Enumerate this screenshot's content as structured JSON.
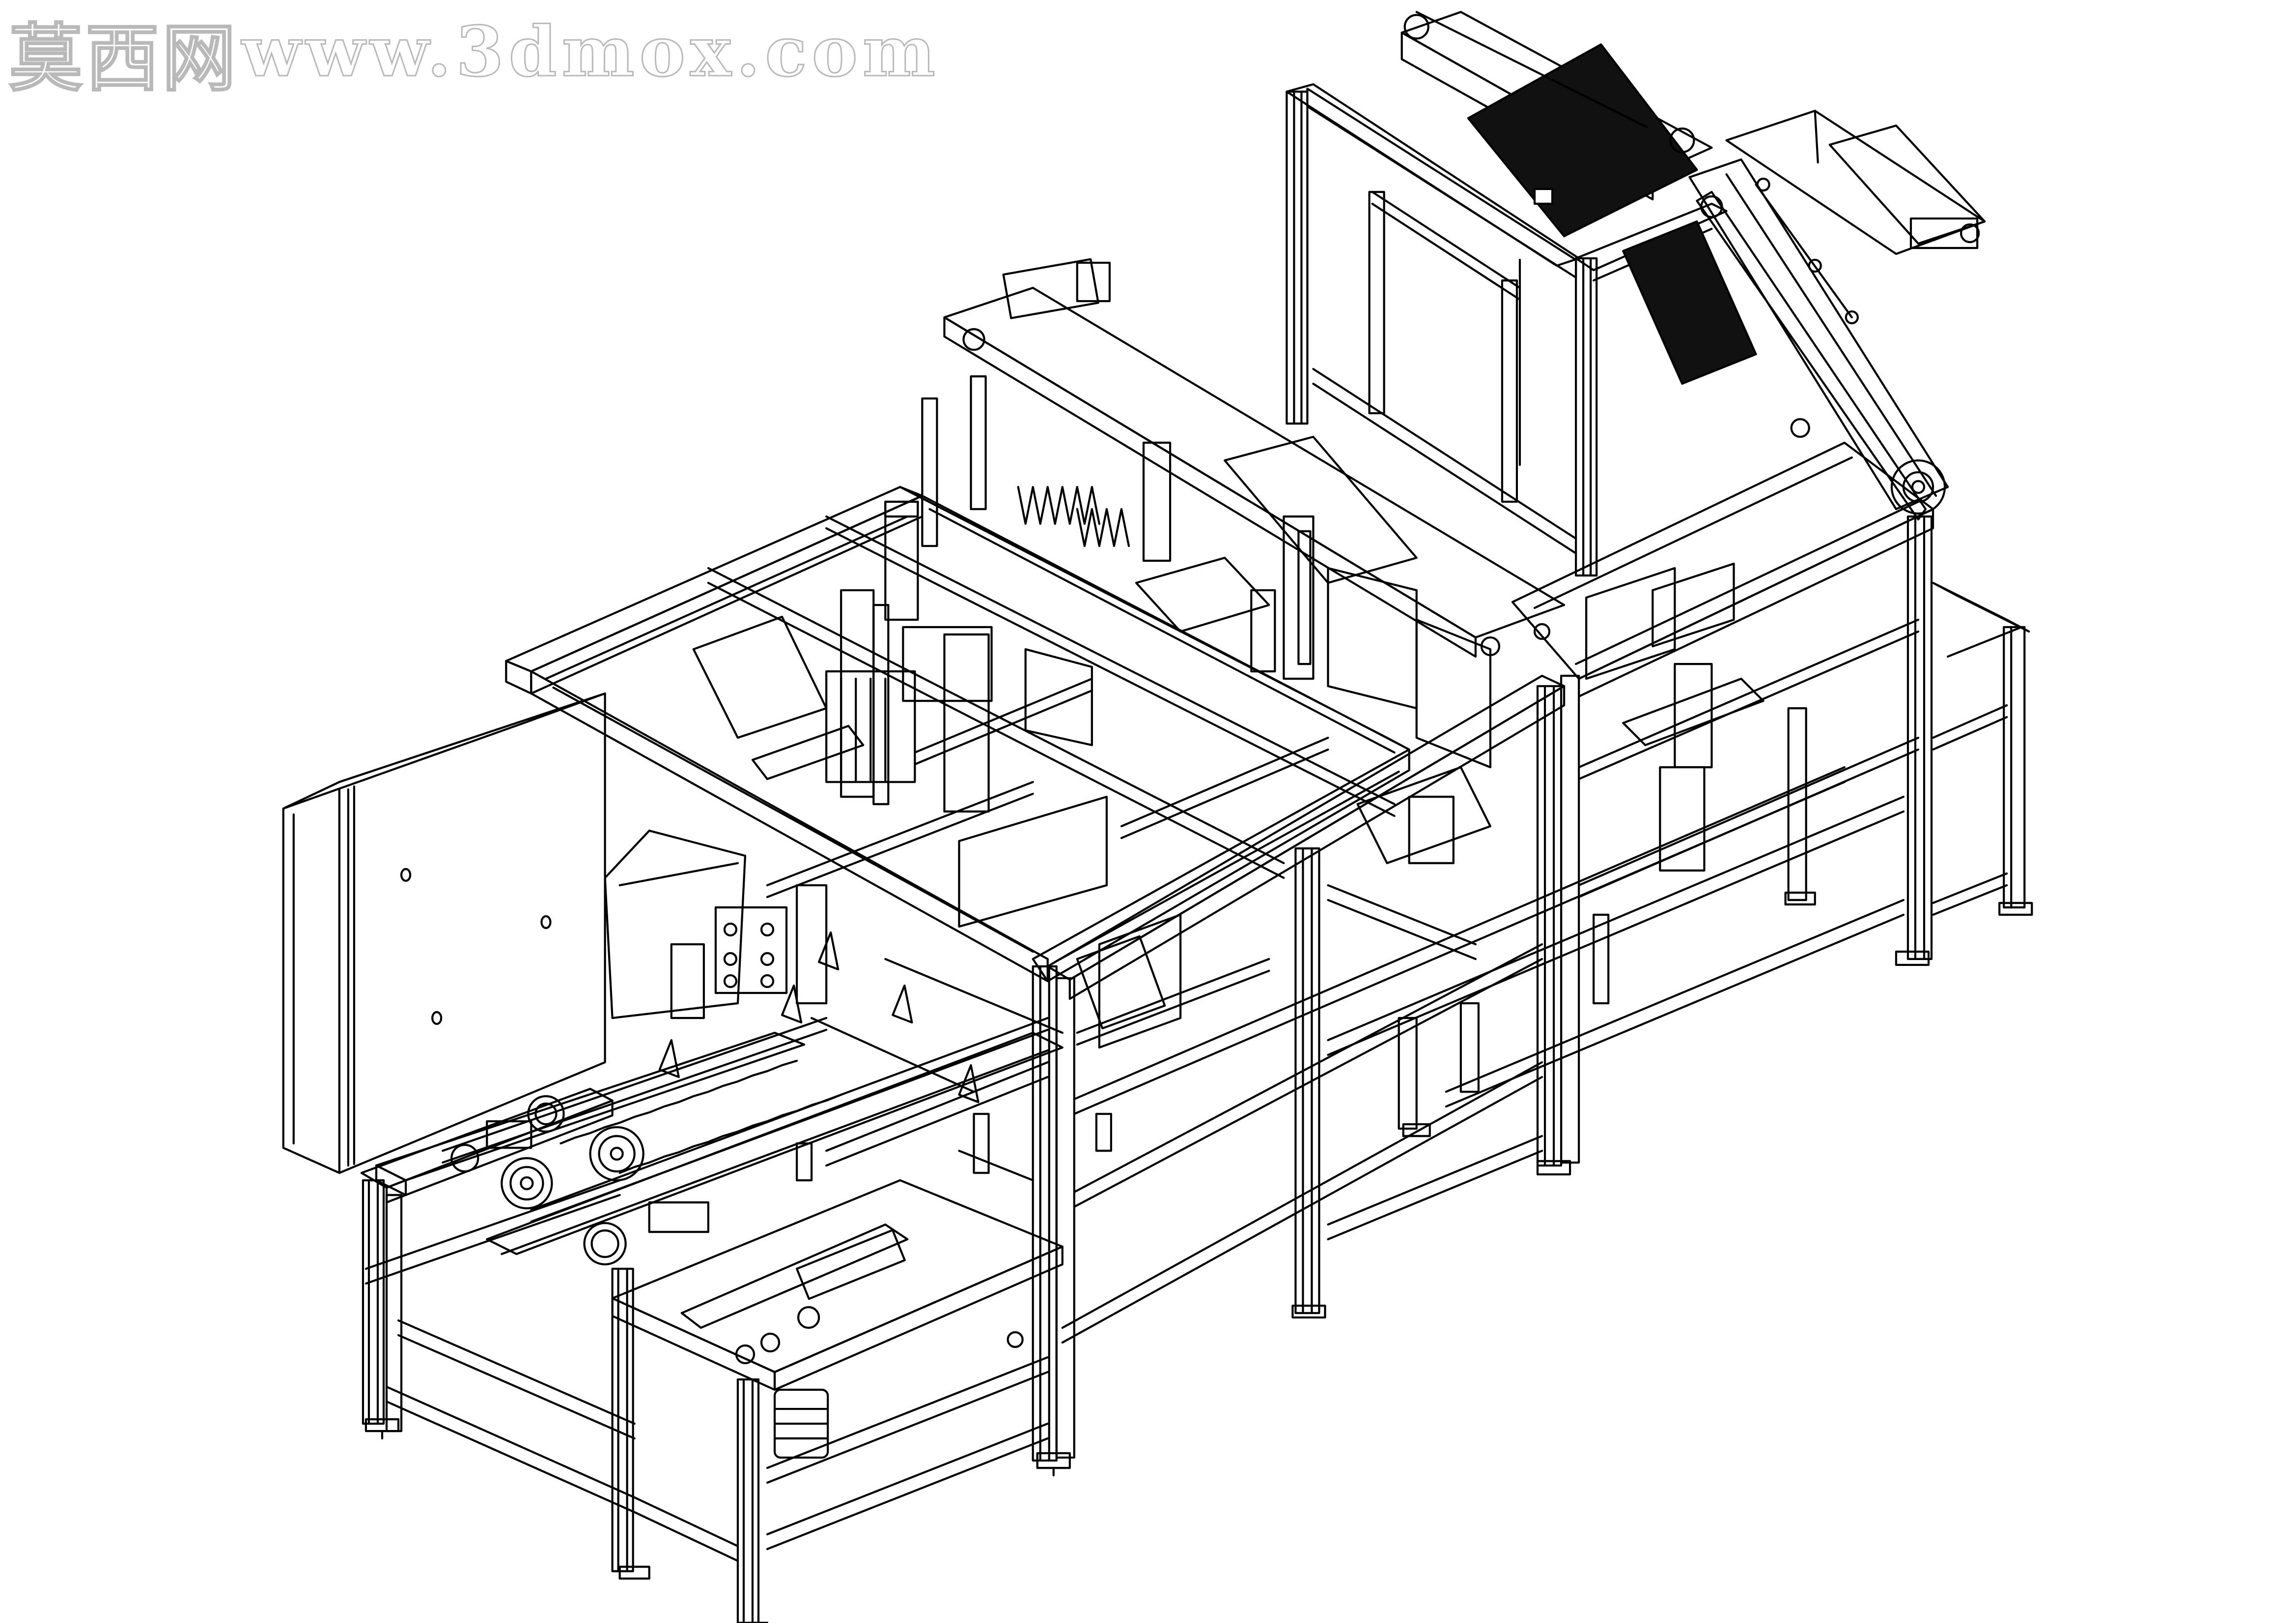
{
  "watermark": {
    "cn": "莫西网",
    "url": "www.3dmox.com"
  },
  "drawing": {
    "style": "isometric line drawing",
    "stroke_color": "#000000",
    "background_color": "#ffffff",
    "fill_dark": "#111111",
    "watermark_outline_color": "#b9b9b9"
  }
}
